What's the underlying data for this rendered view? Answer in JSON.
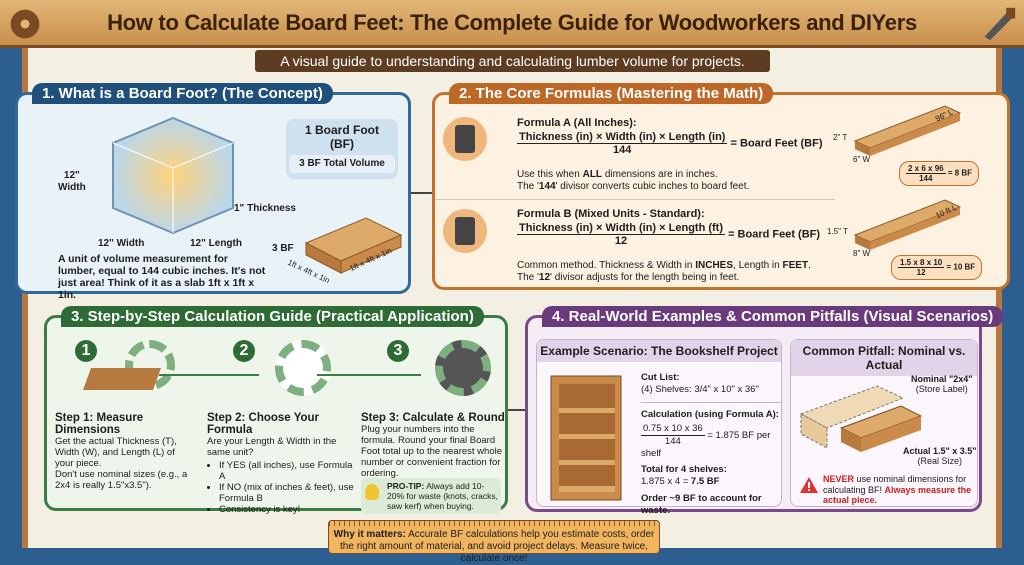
{
  "header": {
    "title": "How to Calculate Board Feet: The Complete Guide for Woodworkers and DIYers",
    "subtitle": "A visual guide to understanding and calculating lumber volume for projects.",
    "logo_icon": "saw-blade-icon",
    "right_icon": "hand-saw-icon"
  },
  "colors": {
    "blueprint": "#2c5f90",
    "concept": "#1f4f7b",
    "formulas": "#bd6827",
    "steps": "#2f6b35",
    "examples": "#6b3a7d",
    "banner": "#d9a866"
  },
  "concept": {
    "title": "1. What is a Board Foot? (The Concept)",
    "cube_width_label": "12\"\nWidth",
    "cube_width_bottom": "12\" Width",
    "cube_length": "12\" Length",
    "cube_thickness": "1\" Thickness",
    "callout_title": "1 Board Foot (BF)",
    "callout_sub": "3 BF Total Volume",
    "stack_label": "3 BF",
    "stack_dim_left": "1ft x 4ft x 1in",
    "stack_dim_right": "1ft x 4ft x 1in",
    "description": "A unit of volume measurement for lumber, equal to 144 cubic inches. It's not just area! Think of it as a slab 1ft x 1ft x 1in."
  },
  "formulas": {
    "title": "2. The Core Formulas (Mastering the Math)",
    "a": {
      "name": "Formula A (All Inches):",
      "numerator": "Thickness (in) × Width (in) × Length (in)",
      "denominator": "144",
      "result": "= Board Feet (BF)",
      "note1_pre": "Use this when ",
      "note1_bold": "ALL",
      "note1_post": " dimensions are in inches.",
      "note2_pre": "The '",
      "note2_bold": "144",
      "note2_post": "' divisor converts cubic inches to board feet.",
      "board_t": "2\" T",
      "board_w": "6\" W",
      "board_l": "96\" L",
      "ex_num": "2 x 6 x 96",
      "ex_den": "144",
      "ex_res": "= 8 BF"
    },
    "b": {
      "name": "Formula B (Mixed Units - Standard):",
      "numerator": "Thickness (in) × Width (in) × Length (ft)",
      "denominator": "12",
      "result": "= Board Feet (BF)",
      "note1_pre": "Common method. Thickness & Width in ",
      "note1_bold": "INCHES",
      "note1_mid": ", Length in ",
      "note1_bold2": "FEET",
      "note1_post": ".",
      "note2_pre": "The '",
      "note2_bold": "12",
      "note2_post": "' divisor adjusts for the length being in feet.",
      "board_t": "1.5\" T",
      "board_w": "8\" W",
      "board_l": "10 ft L",
      "ex_num": "1.5 x 8 x 10",
      "ex_den": "12",
      "ex_res": "= 10 BF"
    }
  },
  "steps": {
    "title": "3. Step-by-Step Calculation Guide (Practical Application)",
    "items": [
      {
        "num": "1",
        "title": "Step 1: Measure Dimensions",
        "body": "Get the actual Thickness (T), Width (W), and Length (L) of your piece.",
        "body2": "Don't use nominal sizes (e.g., a 2x4 is really 1.5\"x3.5\")."
      },
      {
        "num": "2",
        "title": "Step 2: Choose Your Formula",
        "body": "Are your Length & Width in the same unit?",
        "bullets": [
          "If YES (all inches), use Formula A",
          "If NO (mix of inches & feet), use Formula B",
          "Consistency is key!"
        ]
      },
      {
        "num": "3",
        "title": "Step 3: Calculate & Round",
        "body": "Plug your numbers into the formula. Round your final Board Foot total up to the nearest whole number or convenient fraction for ordering."
      }
    ],
    "tip_label": "PRO-TIP:",
    "tip": "Always add 10-20% for waste (knots, cracks, saw kerf) when buying."
  },
  "examples": {
    "title": "4. Real-World Examples & Common Pitfalls (Visual Scenarios)",
    "scenario": {
      "header": "Example Scenario: The Bookshelf Project",
      "cut_list_label": "Cut List:",
      "cut_list": "(4) Shelves: 3/4\" x 10\" x 36\"",
      "calc_label": "Calculation (using Formula A):",
      "calc_num": "0.75 x 10 x 36",
      "calc_den": "144",
      "calc_res": "= 1.875 BF per shelf",
      "total_label": "Total for 4 shelves:",
      "total_pre": "1.875 x 4 = ",
      "total_bold": "7.5 BF",
      "order": "Order ~9 BF to account for waste."
    },
    "pitfall": {
      "header": "Common Pitfall: Nominal vs. Actual",
      "nominal": "Nominal \"2x4\"",
      "nominal_sub": "(Store Label)",
      "actual": "Actual 1.5\" x 3.5\"",
      "actual_sub": "(Real Size)",
      "warn_bold1": "NEVER",
      "warn_mid": " use nominal dimensions for calculating BF! ",
      "warn_bold2": "Always measure the actual piece."
    }
  },
  "footer": {
    "label": "Why it matters:",
    "text": " Accurate BF calculations help you estimate costs, order the right amount of material, and avoid project delays. Measure twice, calculate once!"
  }
}
